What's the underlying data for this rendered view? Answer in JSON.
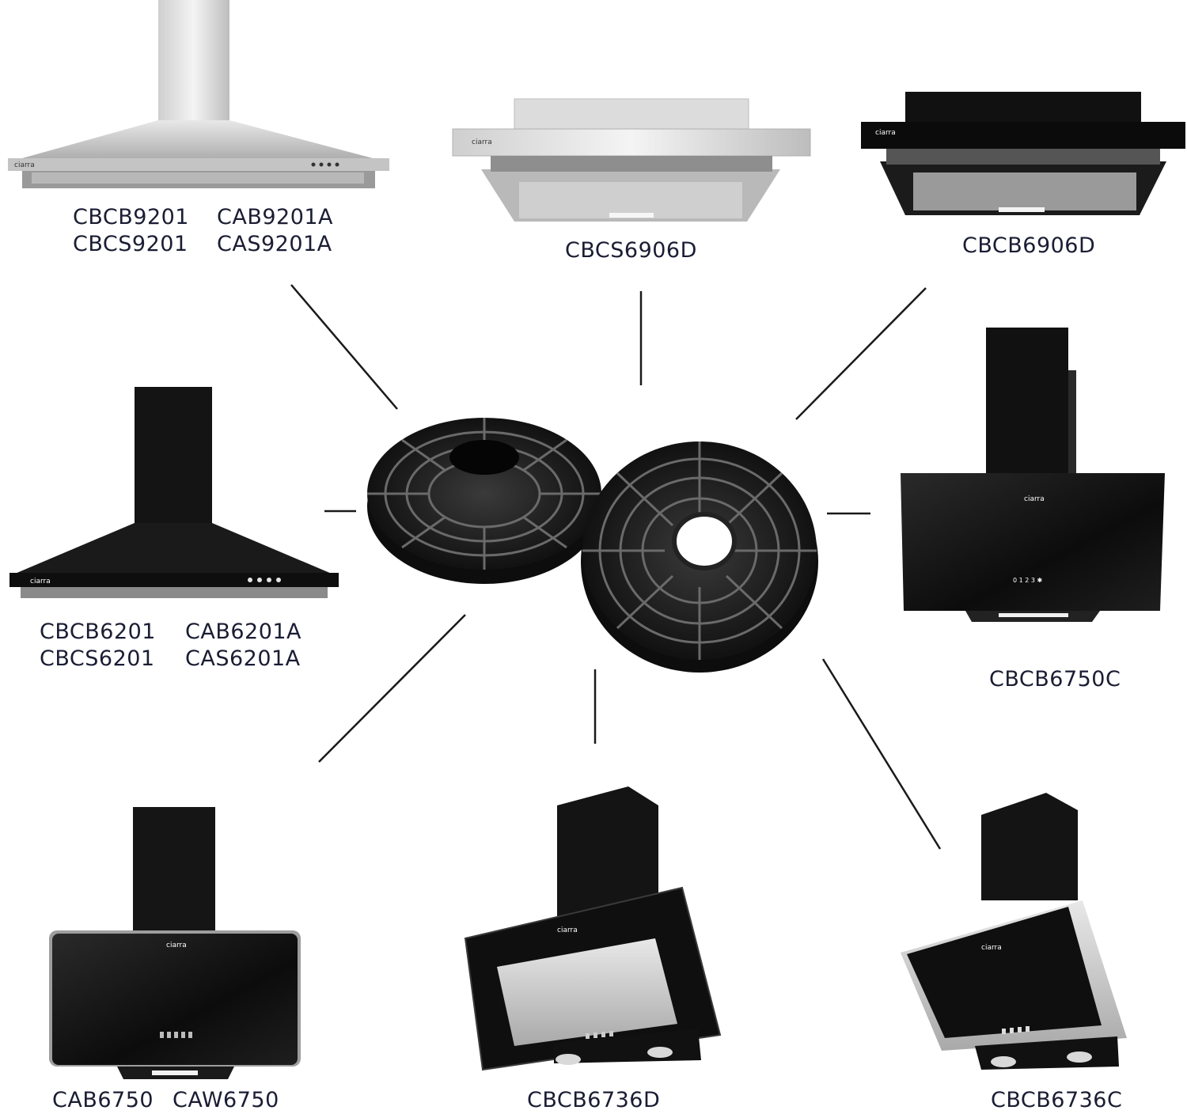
{
  "brand": "ciarra",
  "products": {
    "chimney_steel": {
      "models_left": [
        "CBCB9201",
        "CBCS9201"
      ],
      "models_right": [
        "CAB9201A",
        "CAS9201A"
      ]
    },
    "telescopic_steel": {
      "models": [
        "CBCS6906D"
      ]
    },
    "telescopic_black": {
      "models": [
        "CBCB6906D"
      ]
    },
    "chimney_black": {
      "models_left": [
        "CBCB6201",
        "CBCS6201"
      ],
      "models_right": [
        "CAB6201A",
        "CAS6201A"
      ]
    },
    "angled_glass": {
      "models": [
        "CBCB6750C"
      ],
      "control_digits": "0 1 2 3 ✱"
    },
    "flat_glass": {
      "models": [
        "CAB6750",
        "CAW6750"
      ]
    },
    "angled_steel_panel": {
      "models": [
        "CBCB6736D"
      ]
    },
    "angled_black_steel": {
      "models": [
        "CBCB6736C"
      ]
    }
  },
  "colors": {
    "text": "#1a1d33",
    "black_hood": "#141414",
    "steel": "#d9d9d9",
    "connector": "#1a1a1a"
  }
}
